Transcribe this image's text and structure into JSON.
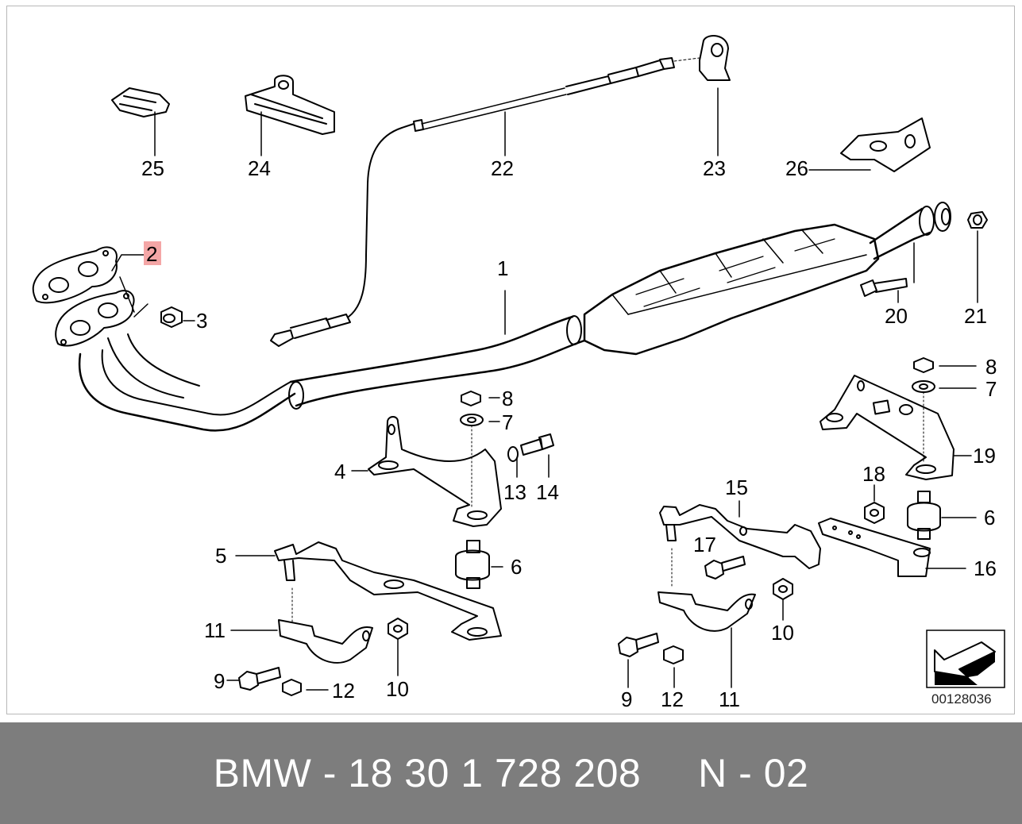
{
  "diagram": {
    "reference_number": "00128036",
    "highlight_color": "#f4a6a6",
    "highlighted_part": "2",
    "part_labels": {
      "p1": "1",
      "p2": "2",
      "p3": "3",
      "p4": "4",
      "p5": "5",
      "p6a": "6",
      "p6b": "6",
      "p7a": "7",
      "p7b": "7",
      "p8a": "8",
      "p8b": "8",
      "p9a": "9",
      "p9b": "9",
      "p10a": "10",
      "p10b": "10",
      "p11a": "11",
      "p11b": "11",
      "p12a": "12",
      "p12b": "12",
      "p13": "13",
      "p14": "14",
      "p15": "15",
      "p16": "16",
      "p17": "17",
      "p18": "18",
      "p19": "19",
      "p20": "20",
      "p21": "21",
      "p22": "22",
      "p23": "23",
      "p24": "24",
      "p25": "25",
      "p26": "26"
    },
    "icons": [
      "direction-arrow-icon"
    ]
  },
  "footer": {
    "text": "BMW - 18 30 1 728 208     N - 02",
    "background": "#7d7d7d",
    "color": "#ffffff"
  }
}
